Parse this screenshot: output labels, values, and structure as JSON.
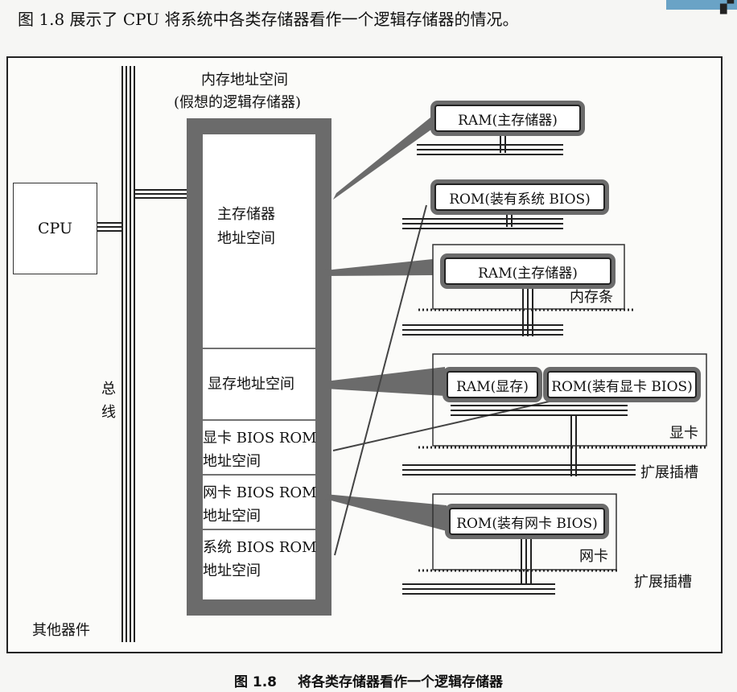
{
  "intro_sentence": "图 1.8 展示了 CPU 将系统中各类存储器看作一个逻辑存储器的情况。",
  "diagram": {
    "cpu": "CPU",
    "bus": "总线",
    "other_devices": "其他器件",
    "address_space_title_1": "内存地址空间",
    "address_space_title_2": "(假想的逻辑存储器)",
    "segments": [
      {
        "line1": "主存储器",
        "line2": "地址空间"
      },
      {
        "line1": "显存地址空间",
        "line2": ""
      },
      {
        "line1": "显卡 BIOS ROM",
        "line2": "地址空间"
      },
      {
        "line1": "网卡 BIOS ROM",
        "line2": "地址空间"
      },
      {
        "line1": "系统 BIOS ROM",
        "line2": "地址空间"
      }
    ],
    "devices": {
      "ram_main": "RAM(主存储器)",
      "rom_system_bios": "ROM(装有系统 BIOS)",
      "ram_module_chip": "RAM(主存储器)",
      "memory_module": "内存条",
      "ram_video": "RAM(显存)",
      "rom_video_bios": "ROM(装有显卡 BIOS)",
      "video_card": "显卡",
      "expansion_slot_1": "扩展插槽",
      "rom_nic_bios": "ROM(装有网卡 BIOS)",
      "network_card": "网卡",
      "expansion_slot_2": "扩展插槽"
    }
  },
  "caption": {
    "number": "图 1.8",
    "title": "将各类存储器看作一个逻辑存储器"
  },
  "colors": {
    "frame_gray": "#6b6b6b",
    "line_dark": "#222222",
    "corner_tab": "#6aa3c6"
  }
}
